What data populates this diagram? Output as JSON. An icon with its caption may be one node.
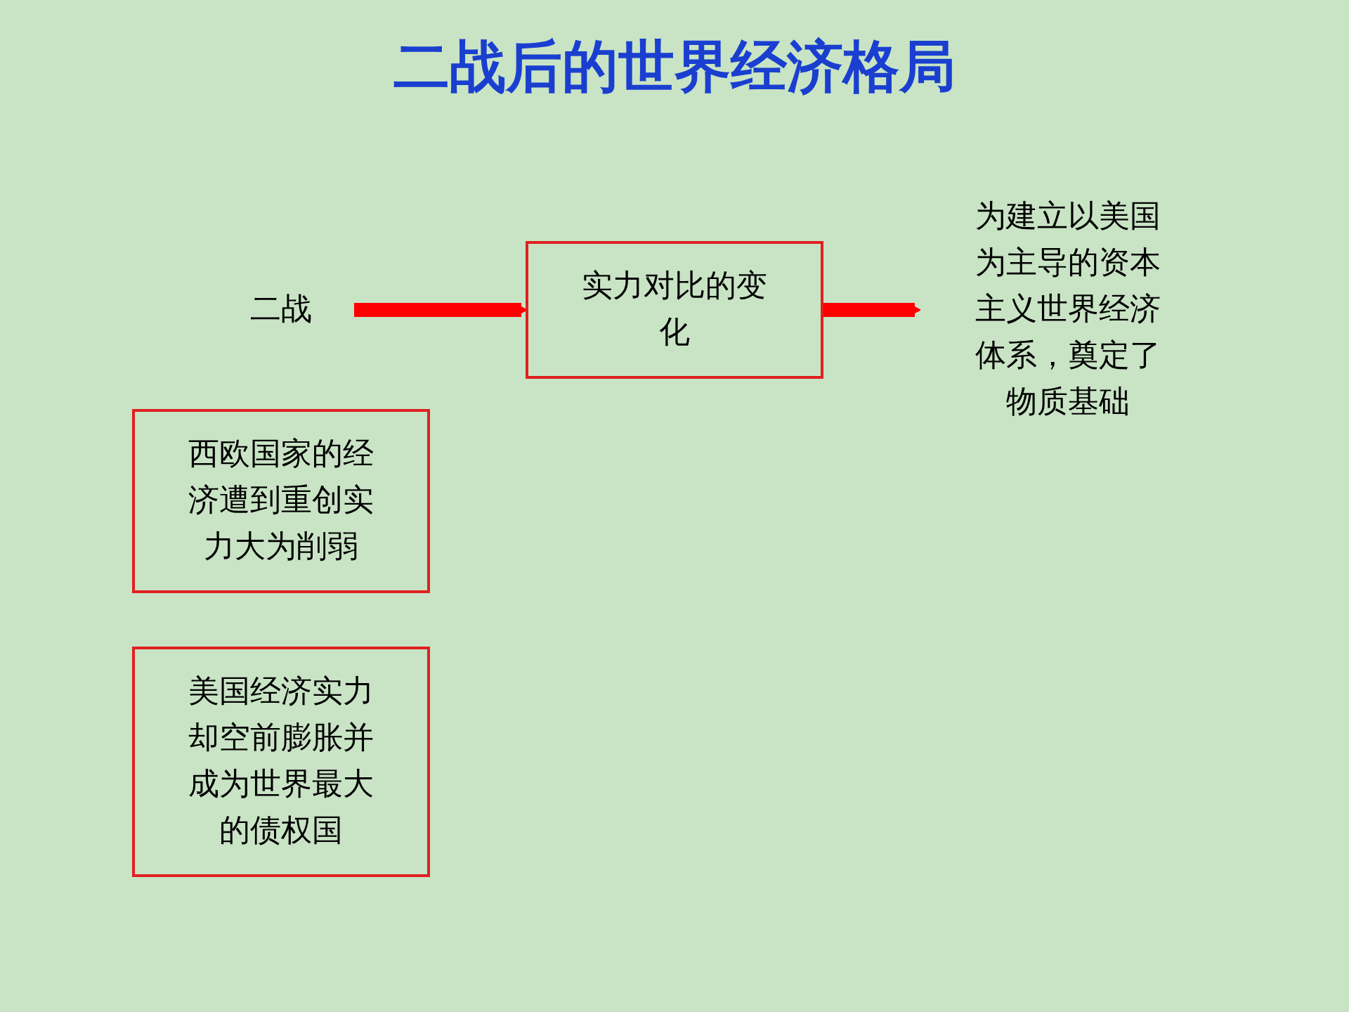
{
  "diagram": {
    "title": "二战后的世界经济格局",
    "nodes": [
      {
        "text": [
          "二战"
        ]
      },
      {
        "text": [
          "西欧国家的经济遭到重创实力大为削弱"
        ]
      },
      {
        "text": [
          "实力对比的变化"
        ]
      },
      {
        "text": [
          "美国经济实力却空前膨胀并成为世界最大的债权国"
        ]
      },
      {
        "text": [
          "为建立以美国为主导的资本主义世界经济体系，奠定了物质基础"
        ]
      }
    ],
    "edges": [
      {
        "from": 0,
        "to": 2,
        "arrow": "to",
        "color": "#ff0000"
      },
      {
        "from": 2,
        "to": 4,
        "arrow": "to",
        "color": "#ff0000"
      }
    ]
  }
}
